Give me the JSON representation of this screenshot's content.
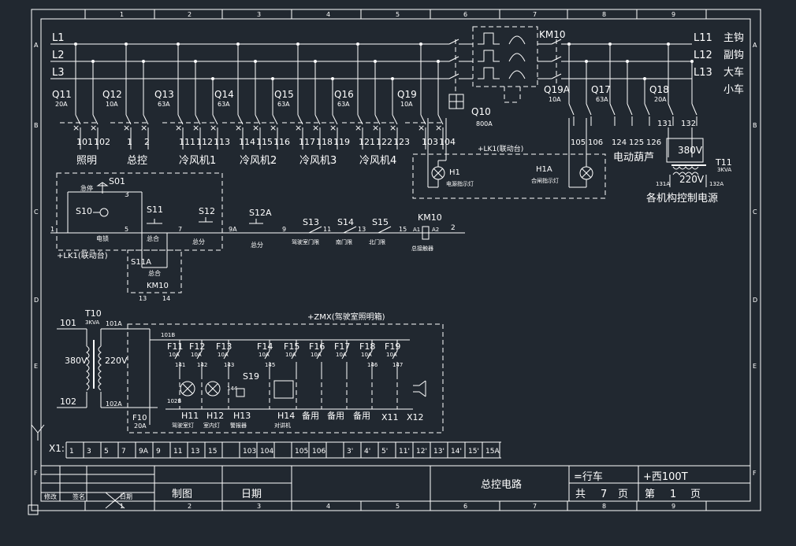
{
  "border": {
    "cols_top": [
      "1",
      "2",
      "3",
      "4",
      "5",
      "6",
      "7",
      "8",
      "9"
    ],
    "cols_bottom": [
      "1",
      "2",
      "3",
      "4",
      "5",
      "6",
      "7",
      "8",
      "9"
    ],
    "rows": [
      "A",
      "B",
      "C",
      "D",
      "E",
      "F"
    ]
  },
  "bus": {
    "l1": "L1",
    "l2": "L2",
    "l3": "L3"
  },
  "breakers": [
    {
      "name": "Q11",
      "rating": "20A",
      "out1": "101",
      "out2": "102"
    },
    {
      "name": "Q12",
      "rating": "10A",
      "out1": "1",
      "out2": "2"
    },
    {
      "name": "Q13",
      "rating": "63A",
      "out1": "111",
      "out2": "112",
      "out3": "113"
    },
    {
      "name": "Q14",
      "rating": "63A",
      "out1": "114",
      "out2": "115",
      "out3": "116"
    },
    {
      "name": "Q15",
      "rating": "63A",
      "out1": "117",
      "out2": "118",
      "out3": "119"
    },
    {
      "name": "Q16",
      "rating": "63A",
      "out1": "121",
      "out2": "122",
      "out3": "123"
    },
    {
      "name": "Q19",
      "rating": "10A",
      "out1": "103",
      "out2": "104"
    }
  ],
  "groups": [
    "照明",
    "总控",
    "冷风机1",
    "冷风机2",
    "冷风机3",
    "冷风机4"
  ],
  "main_switch": {
    "name": "Q10",
    "rating": "800A"
  },
  "contactor": {
    "name": "KM10"
  },
  "outputs": {
    "l11": "L11",
    "l12": "L12",
    "l13": "L13",
    "main_hook": "主钩",
    "aux_hook": "副钩",
    "bridge": "大车",
    "trolley": "小车"
  },
  "q19a": {
    "name": "Q19A",
    "rating": "10A",
    "out1": "105",
    "out2": "106"
  },
  "q17": {
    "name": "Q17",
    "rating": "63A",
    "out1": "124",
    "out2": "125",
    "out3": "126",
    "label": "电动葫芦"
  },
  "q18": {
    "name": "Q18",
    "rating": "20A",
    "out1": "131",
    "out2": "132"
  },
  "t11": {
    "name": "T11",
    "rating": "3KVA",
    "v1": "380V",
    "v2": "220V",
    "a": "131A",
    "b": "132A",
    "label": "各机构控制电源"
  },
  "lk1_top": "+LK1(联动台)",
  "h1": {
    "name": "H1",
    "desc": "电源指示灯"
  },
  "h1a": {
    "name": "H1A",
    "desc": "合闸指示灯"
  },
  "control": {
    "estop_label": "急停",
    "s01": "S01",
    "n3": "3",
    "s10": "S10",
    "s10_desc": "电锁",
    "s11": "S11",
    "s11_desc": "总合",
    "s12": "S12",
    "s12_desc": "总分",
    "s12a": "S12A",
    "s12a_desc": "总分",
    "s13": "S13",
    "s13_desc": "驾驶室门限",
    "s14": "S14",
    "s14_desc": "南门限",
    "s15": "S15",
    "s15_desc": "北门限",
    "km10": "KM10",
    "km10_desc": "总接触器",
    "a1": "A1",
    "a2": "A2",
    "n1": "1",
    "n5": "5",
    "n7": "7",
    "n9a": "9A",
    "n9": "9",
    "n11": "11",
    "n13": "13",
    "n15": "15",
    "n2": "2",
    "lk1": "+LK1(联动台)",
    "s11a": "S11A",
    "s11a_desc": "总合",
    "km10b": "KM10",
    "n13b": "13",
    "n14": "14"
  },
  "lighting": {
    "t10": "T10",
    "t10_rating": "3KVA",
    "in1": "101",
    "in2": "102",
    "v1": "380V",
    "v2": "220V",
    "out_a": "101A",
    "out_b": "102A",
    "n101b": "101B",
    "n102b": "102B",
    "zmx": "+ZMX(驾驶室照明箱)",
    "f10": "F10",
    "f10_rating": "20A",
    "fuses": [
      {
        "name": "F11",
        "rating": "10A",
        "wire": "141"
      },
      {
        "name": "F12",
        "rating": "10A",
        "wire": "142"
      },
      {
        "name": "F13",
        "rating": "10A",
        "wire": "143"
      },
      {
        "name": "F14",
        "rating": "10A",
        "wire": "145"
      },
      {
        "name": "F15",
        "rating": "10A",
        "wire": ""
      },
      {
        "name": "F16",
        "rating": "10A",
        "wire": ""
      },
      {
        "name": "F17",
        "rating": "10A",
        "wire": ""
      },
      {
        "name": "F18",
        "rating": "10A",
        "wire": "146"
      },
      {
        "name": "F19",
        "rating": "10A",
        "wire": "147"
      }
    ],
    "s19": "S19",
    "n144": "144",
    "h11": "H11",
    "h12": "H12",
    "h13": "H13",
    "h14": "H14",
    "h11_desc": "驾驶室灯",
    "h12_desc": "室内灯",
    "h13_desc": "警报器",
    "h14_desc": "对讲机",
    "spare1": "备用",
    "spare2": "备用",
    "spare3": "备用",
    "x11": "X11",
    "x12": "X12"
  },
  "terminal": {
    "label": "X1:",
    "cells": [
      "1",
      "3",
      "5",
      "7",
      "9A",
      "9",
      "11",
      "13",
      "15",
      "",
      "103",
      "104",
      "",
      "105",
      "106",
      "",
      "3'",
      "4'",
      "5'",
      "11'",
      "12'",
      "13'",
      "14'",
      "15'",
      "15A"
    ]
  },
  "titleblock": {
    "title": "总控电路",
    "system": "=行车",
    "location": "+西100T",
    "total": "共",
    "total_n": "7",
    "page_unit1": "页",
    "page": "第",
    "page_n": "1",
    "page_unit2": "页",
    "drawn": "制图",
    "date": "日期",
    "rev": "修改",
    "sign": "签名",
    "rdate": "日期"
  }
}
